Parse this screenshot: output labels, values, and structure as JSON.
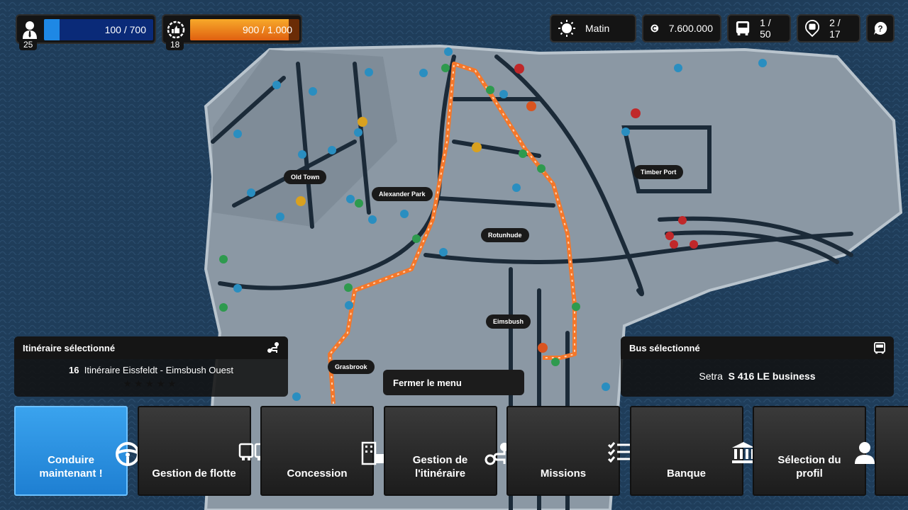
{
  "hud": {
    "passengers": {
      "icon": "person-icon",
      "level": "25",
      "value": "100 / 700",
      "progress": 0.143,
      "color": "#1e88e5"
    },
    "reputation": {
      "icon": "thumbs-up-badge-icon",
      "level": "18",
      "value": "900 / 1.000",
      "progress": 0.9,
      "color": "#f08a1c"
    },
    "time": {
      "icon": "sun-icon",
      "label": "Matin"
    },
    "money": {
      "icon": "coin-icon",
      "label": "7.600.000"
    },
    "buses": {
      "icon": "bus-icon",
      "label": "1 / 50"
    },
    "stops": {
      "icon": "bus-stop-pin-icon",
      "label": "2 / 17"
    },
    "help": {
      "icon": "help-bubble-icon"
    }
  },
  "map": {
    "labels": [
      "Old Town",
      "Alexander Park",
      "Rotunhude",
      "Timber Port",
      "Eimsbush",
      "Grasbrook"
    ],
    "route_color": "#f4772a"
  },
  "route_panel": {
    "title": "Itinéraire sélectionné",
    "icon": "route-icon",
    "number": "16",
    "name": "Itinéraire Eissfeldt - Eimsbush Ouest",
    "rating": 0
  },
  "bus_panel": {
    "title": "Bus sélectionné",
    "icon": "bus-icon",
    "brand": "Setra",
    "model": "S 416 LE business"
  },
  "close_menu": "Fermer le menu",
  "menu": [
    {
      "label": "Conduire maintenant !",
      "icon": "steering-wheel-icon",
      "active": true
    },
    {
      "label": "Gestion de flotte",
      "icon": "fleet-icon"
    },
    {
      "label": "Concession",
      "icon": "dealership-icon"
    },
    {
      "label": "Gestion de l'itinéraire",
      "icon": "route-icon"
    },
    {
      "label": "Missions",
      "icon": "checklist-icon"
    },
    {
      "label": "Banque",
      "icon": "bank-icon"
    },
    {
      "label": "Sélection du profil",
      "icon": "profile-icon"
    }
  ]
}
